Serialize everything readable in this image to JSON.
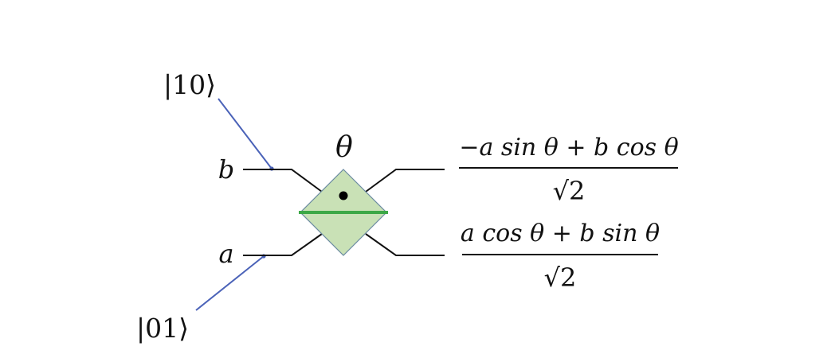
{
  "labels": {
    "ket_top": "|10⟩",
    "ket_bottom": "|01⟩",
    "port_b": "b",
    "port_a": "a",
    "angle": "θ"
  },
  "outputs": {
    "upper_numerator": "−a sin θ + b cos θ",
    "upper_denominator": "√2",
    "lower_numerator": "a cos θ + b sin θ",
    "lower_denominator": "√2"
  },
  "colors": {
    "beam_line": "#111111",
    "input_marker": "#4a62b8",
    "splitter_fill": "#c9e1b6",
    "splitter_border": "#6a8aa0",
    "splitter_mirror": "#3ca846",
    "dot": "#000000"
  }
}
